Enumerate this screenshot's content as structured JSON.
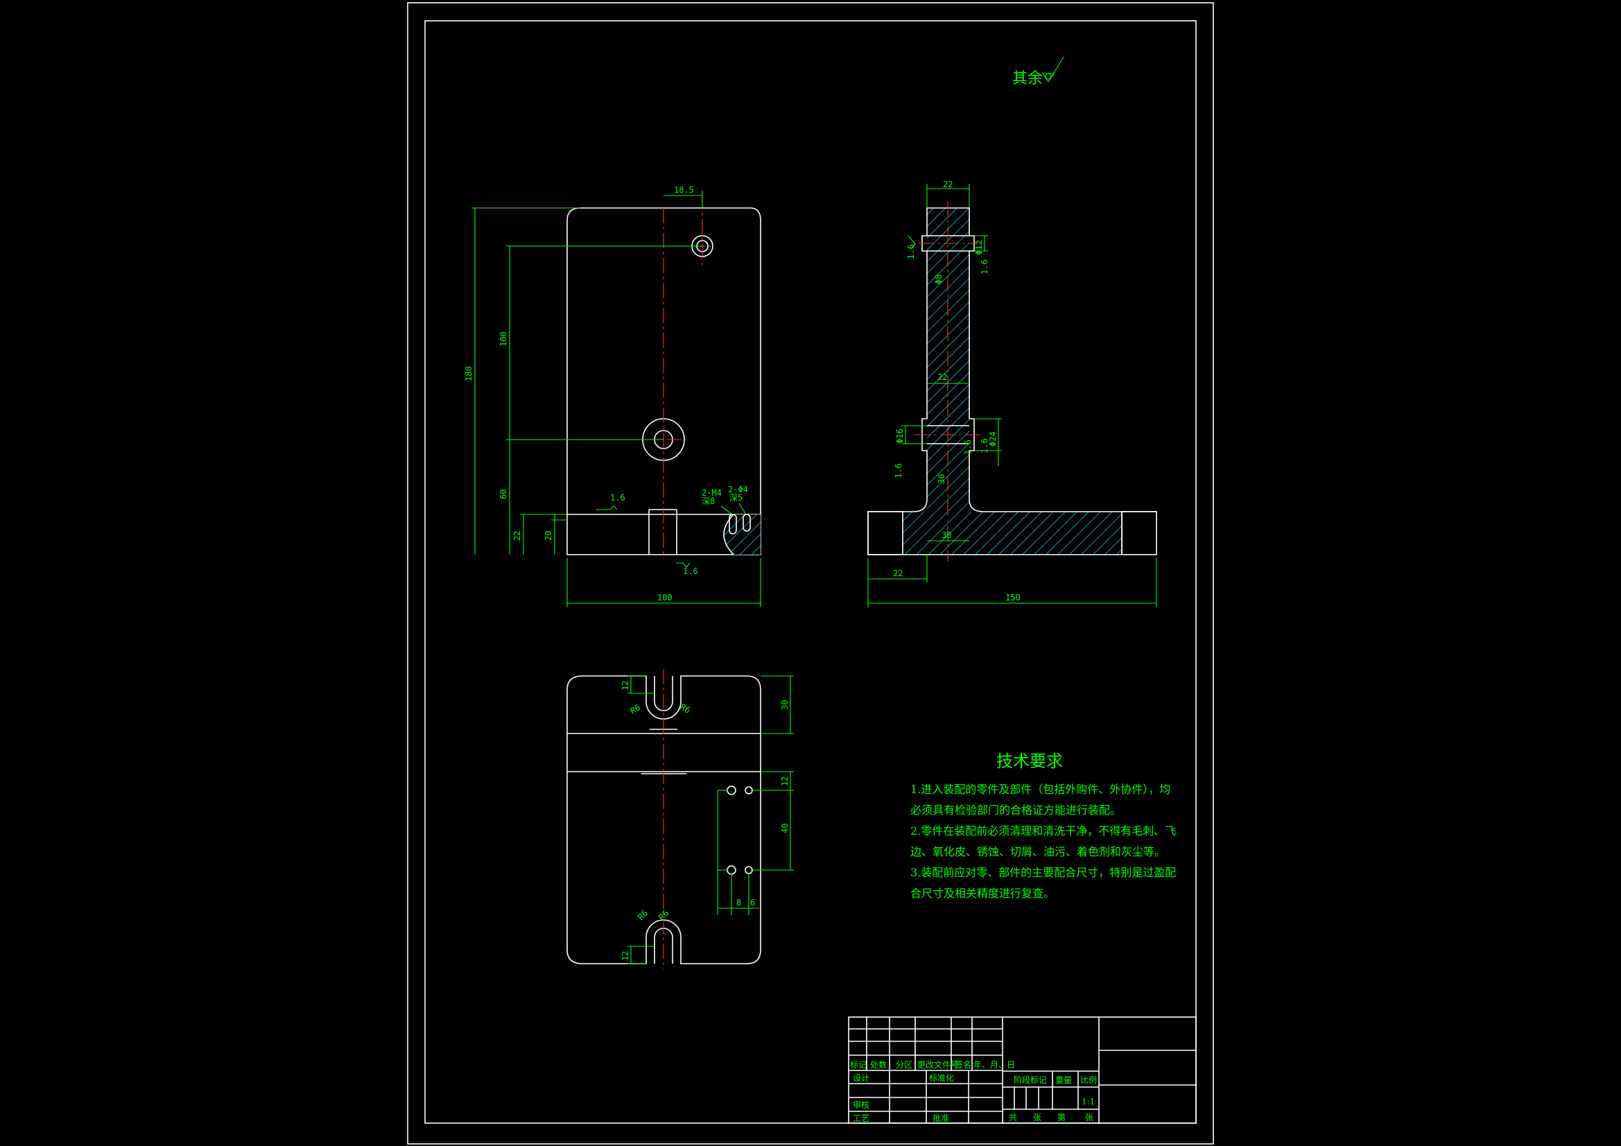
{
  "surface_note": {
    "text": "其余",
    "icon": "roughness-symbol-icon"
  },
  "front_view": {
    "dims": {
      "width": "100",
      "total_height": "180",
      "hole_spacing": "100",
      "lower_dist": "60",
      "base_h1": "22",
      "base_h2": "20",
      "top_offset": "18.5"
    },
    "roughness": [
      "1.6",
      "1.6"
    ],
    "hole_labels": [
      "2-M4",
      "深8",
      "2-Φ4",
      "深5"
    ]
  },
  "side_view": {
    "dims": {
      "top_width": "22",
      "total_length": "150",
      "offset": "22",
      "web": "30",
      "d1": "Φ12",
      "d2": "Φ8",
      "d3": "Φ24",
      "d4": "Φ16",
      "d5": "22",
      "d6": "30"
    },
    "roughness": [
      "1.6",
      "1.6",
      "1.6",
      "1.6",
      "1.6"
    ]
  },
  "bottom_view": {
    "dims": {
      "slot_w_top": "12",
      "slot_w_bottom": "12",
      "r_top_left": "R6",
      "r_top_right": "R6",
      "r_bot_left": "R6",
      "r_bot_right": "R6",
      "v1": "30",
      "v2": "12",
      "v3": "40",
      "h1": "8",
      "h2": "6"
    }
  },
  "tech_requirements": {
    "title": "技术要求",
    "lines": [
      "1.进入装配的零件及部件（包括外购件、外协件），均",
      "必须具有检验部门的合格证方能进行装配。",
      "2.零件在装配前必须清理和清洗干净，不得有毛刺、飞",
      "边、氧化皮、锈蚀、切屑、油污、着色剂和灰尘等。",
      "3.装配前应对零、部件的主要配合尺寸，特别是过盈配",
      "合尺寸及相关精度进行复查。"
    ]
  },
  "title_block": {
    "header_cols": [
      "标记",
      "处数",
      "分区",
      "更改文件号",
      "签名",
      "年、月、日"
    ],
    "design": "设计",
    "standardize": "标准化",
    "review": "审核",
    "process": "工艺",
    "approve": "批准",
    "stage_mark": "阶段标记",
    "weight": "重量",
    "scale": "比例",
    "scale_value": "1:1",
    "total_sheets": "共",
    "sheets_unit": "张",
    "sheet_no": "第",
    "sheet_unit2": "张"
  },
  "colors": {
    "background": "#000000",
    "geometry": "#ffffff",
    "dimension": "#00ff00",
    "centerline": "#ff3030"
  }
}
